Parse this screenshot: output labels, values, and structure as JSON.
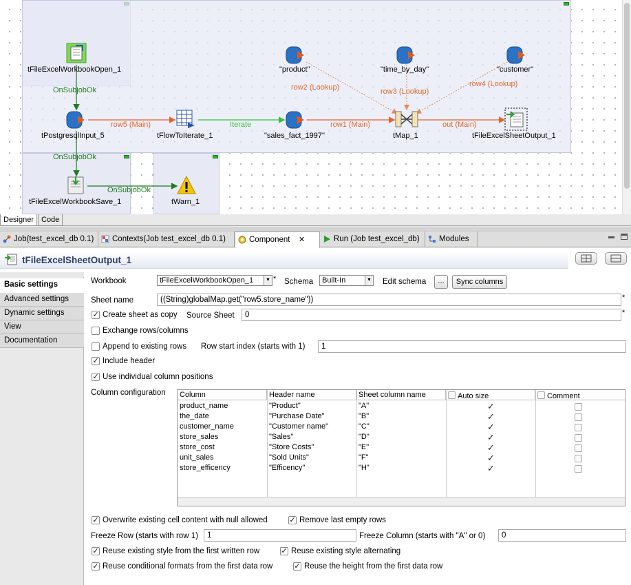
{
  "designer": {
    "components": {
      "wb_open": "tFileExcelWorkbookOpen_1",
      "pg_input": "tPostgresqlInput_5",
      "flow_iterate": "tFlowToIterate_1",
      "sales_fact": "\"sales_fact_1997\"",
      "product": "\"product\"",
      "time_by_day": "\"time_by_day\"",
      "customer": "\"customer\"",
      "tmap": "tMap_1",
      "sheet_output": "tFileExcelSheetOutput_1",
      "wb_save": "tFileExcelWorkbookSave_1",
      "twarn": "tWarn_1"
    },
    "connections": {
      "onsubjob1": "OnSubjobOk",
      "onsubjob2": "OnSubjobOk",
      "onsubjob3": "OnSubjobOk",
      "row5": "row5 (Main)",
      "iterate": "Iterate",
      "row1": "row1 (Main)",
      "out": "out (Main)",
      "row2": "row2 (Lookup)",
      "row3": "row3 (Lookup)",
      "row4": "row4 (Lookup)"
    }
  },
  "editor_tabs": {
    "designer": "Designer",
    "code": "Code"
  },
  "view_tabs": {
    "job": "Job(test_excel_db 0.1)",
    "contexts": "Contexts(Job test_excel_db 0.1)",
    "component": "Component",
    "run": "Run (Job test_excel_db)",
    "modules": "Modules"
  },
  "panel": {
    "title": "tFileExcelSheetOutput_1"
  },
  "left_tabs": {
    "basic": "Basic settings",
    "advanced": "Advanced settings",
    "dynamic": "Dynamic settings",
    "view": "View",
    "documentation": "Documentation"
  },
  "form": {
    "workbook_label": "Workbook",
    "workbook_value": "tFileExcelWorkbookOpen_1",
    "schema_label": "Schema",
    "schema_value": "Built-In",
    "edit_schema_label": "Edit schema",
    "edit_schema_btn": "...",
    "sync_columns": "Sync columns",
    "sheet_name_label": "Sheet name",
    "sheet_name_value": "((String)globalMap.get(\"row5.store_name\"))",
    "create_sheet_label": "Create sheet as copy",
    "source_sheet_label": "Source Sheet",
    "source_sheet_value": "0",
    "exchange_label": "Exchange rows/columns",
    "append_label": "Append to existing rows",
    "row_start_label": "Row start index (starts with 1)",
    "row_start_value": "1",
    "include_header_label": "Include header",
    "individual_positions_label": "Use individual column positions",
    "column_config_label": "Column configuration",
    "overwrite_label": "Overwrite existing cell content with null allowed",
    "remove_empty_label": "Remove last empty rows",
    "freeze_row_label": "Freeze Row (starts with row 1)",
    "freeze_row_value": "1",
    "freeze_col_label": "Freeze Column (starts with \"A\" or 0)",
    "freeze_col_value": "0",
    "reuse_style_label": "Reuse existing style from the first written row",
    "reuse_alt_label": "Reuse existing style alternating",
    "reuse_cond_label": "Reuse conditional formats from the first data row",
    "reuse_height_label": "Reuse the height from the first data row"
  },
  "table": {
    "headers": {
      "column": "Column",
      "header": "Header name",
      "sheet_col": "Sheet column name",
      "autosize": "Auto size",
      "comment": "Comment"
    },
    "rows": [
      {
        "column": "product_name",
        "header": "\"Product\"",
        "sheet_col": "\"A\""
      },
      {
        "column": "the_date",
        "header": "\"Purchase Date\"",
        "sheet_col": "\"B\""
      },
      {
        "column": "customer_name",
        "header": "\"Customer name\"",
        "sheet_col": "\"C\""
      },
      {
        "column": "store_sales",
        "header": "\"Sales\"",
        "sheet_col": "\"D\""
      },
      {
        "column": "store_cost",
        "header": "\"Store Costs\"",
        "sheet_col": "\"E\""
      },
      {
        "column": "unit_sales",
        "header": "\"Sold Units\"",
        "sheet_col": "\"F\""
      },
      {
        "column": "store_efficency",
        "header": "\"Efficency\"",
        "sheet_col": "\"H\""
      }
    ]
  },
  "marks": {
    "required": "*",
    "check": "✓"
  },
  "colors": {
    "main_flow": "#e0652a",
    "trigger": "#1f7a1f",
    "iterate": "#3bbf3b",
    "lookup": "#e58a5a"
  }
}
